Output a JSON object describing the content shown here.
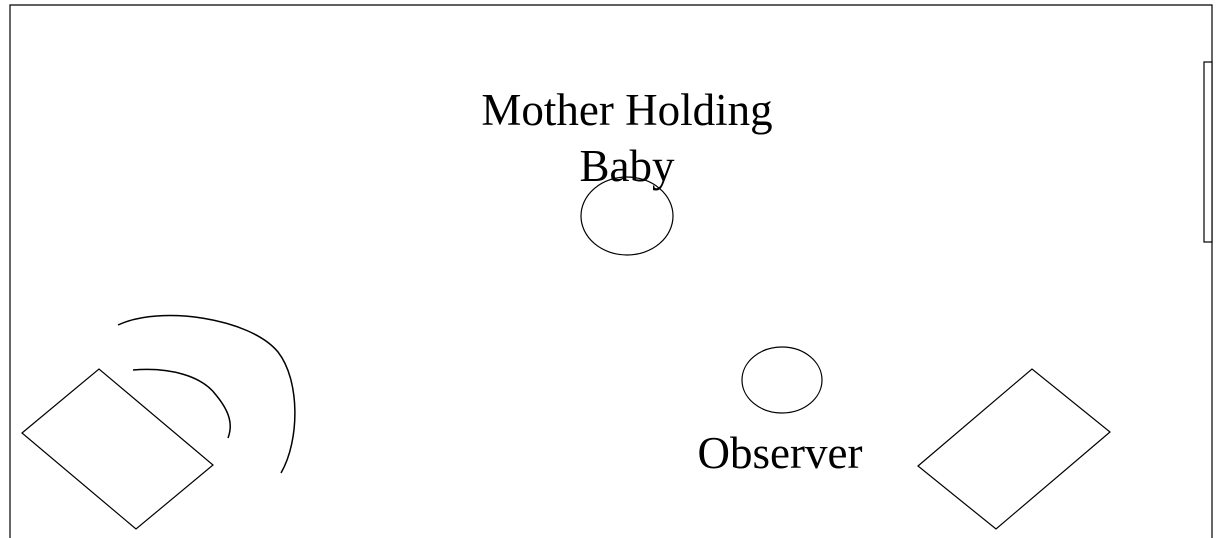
{
  "labels": {
    "mother_holding_baby_line1": "Mother Holding",
    "mother_holding_baby_line2": "Baby",
    "observer": "Observer"
  },
  "colors": {
    "stroke": "#000000",
    "background": "#ffffff"
  }
}
